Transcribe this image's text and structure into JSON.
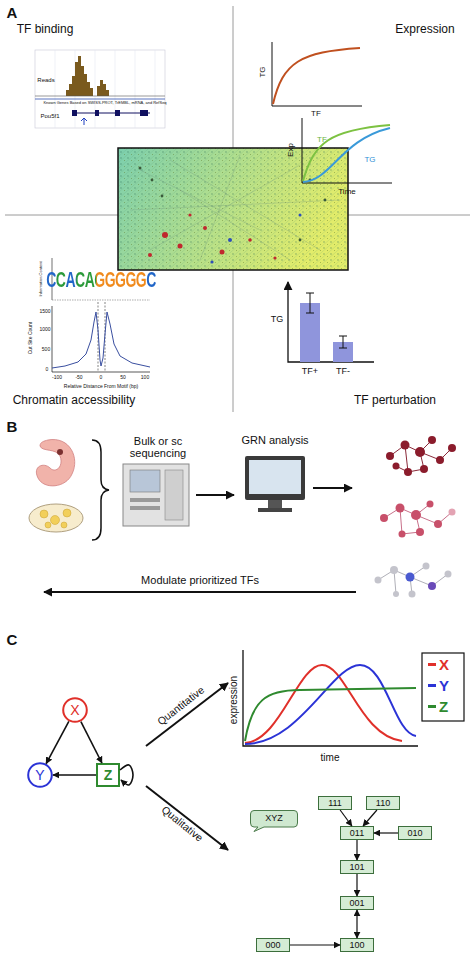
{
  "diagram": {
    "nodes": [
      {
        "text": [
          "X"
        ]
      },
      {
        "text": [
          "Y"
        ]
      },
      {
        "text": [
          "Z"
        ]
      },
      {
        "text": [
          "XYZ"
        ]
      },
      {
        "text": [
          "111"
        ]
      },
      {
        "text": [
          "110"
        ]
      },
      {
        "text": [
          "011"
        ]
      },
      {
        "text": [
          "010"
        ]
      },
      {
        "text": [
          "101"
        ]
      },
      {
        "text": [
          "001"
        ]
      },
      {
        "text": [
          "000"
        ]
      },
      {
        "text": [
          "100"
        ]
      }
    ],
    "edges": [
      {
        "from": 0,
        "to": 1,
        "arrow": "to"
      },
      {
        "from": 0,
        "to": 2,
        "arrow": "to"
      },
      {
        "from": 2,
        "to": 1,
        "arrow": "to"
      },
      {
        "from": 2,
        "to": 2,
        "arrow": "to"
      },
      {
        "from": 4,
        "to": 6,
        "arrow": "to"
      },
      {
        "from": 5,
        "to": 6,
        "arrow": "to"
      },
      {
        "from": 7,
        "to": 6,
        "arrow": "to"
      },
      {
        "from": 6,
        "to": 8,
        "arrow": "to"
      },
      {
        "from": 8,
        "to": 9,
        "arrow": "to"
      },
      {
        "from": 9,
        "to": 11,
        "arrow": "both"
      },
      {
        "from": 10,
        "to": 11,
        "arrow": "to"
      }
    ],
    "labels": [
      "A",
      "TF binding",
      "Reads",
      "Pou5f1",
      "Known Genes Based on SWISS-PROT, TrEMBL, mRNA, and RefSeq",
      "Expression",
      "TG",
      "TF",
      "Exp",
      "Time",
      "TF",
      "TG",
      "CCACAGGGGGC",
      "Information Content",
      "Cut Site Count",
      "1500",
      "1000",
      "500",
      "0",
      "-100",
      "-50",
      "0",
      "50",
      "100",
      "Relative Distance From Motif (bp)",
      "Chromatin accessibility",
      "TG",
      "TF+",
      "TF-",
      "TF perturbation",
      "B",
      "Bulk or sc sequencing",
      "GRN analysis",
      "Modulate prioritized TFs",
      "C",
      "Quantitative",
      "Qualitative",
      "expression",
      "time"
    ],
    "legend": [
      {
        "text": "X",
        "color": "#e0302a"
      },
      {
        "text": "Y",
        "color": "#2b33d6"
      },
      {
        "text": "Z",
        "color": "#2f8a2f"
      }
    ]
  }
}
